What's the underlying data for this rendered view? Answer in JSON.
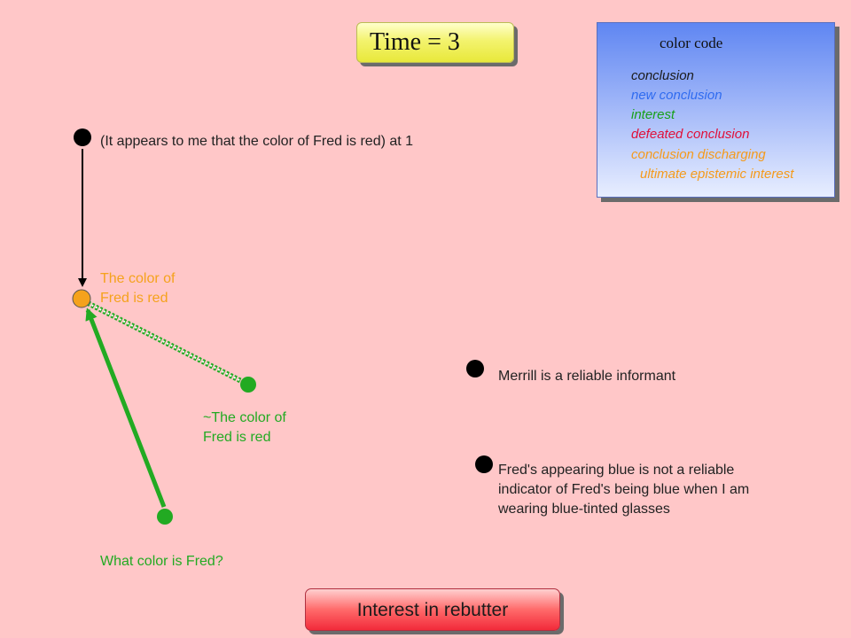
{
  "title": "Time = 3",
  "legend": {
    "title": "color code",
    "items": [
      {
        "label": "conclusion",
        "color": "#1a1a1a"
      },
      {
        "label": "new conclusion",
        "color": "#2f6bf0"
      },
      {
        "label": "interest",
        "color": "#18a018"
      },
      {
        "label": "defeated conclusion",
        "color": "#e0103a"
      },
      {
        "label": "conclusion discharging",
        "color": "#f59a1a"
      },
      {
        "label": "ultimate epistemic interest",
        "color": "#f59a1a"
      }
    ]
  },
  "nodes": {
    "appears_red": {
      "text": "(It appears to me that the color of Fred is red) at 1",
      "color": "#000000"
    },
    "fred_red": {
      "text": [
        "The color of",
        "Fred is red"
      ],
      "color": "#f5a21c"
    },
    "not_fred_red": {
      "text": [
        "~The color of",
        "Fred is red"
      ],
      "color": "#22aa22"
    },
    "what_color": {
      "text": "What color is Fred?",
      "color": "#22aa22"
    },
    "merrill": {
      "text": "Merrill is a reliable informant",
      "color": "#000000"
    },
    "blue_glasses": {
      "text": [
        "Fred's appearing blue is not a reliable",
        "indicator of Fred's being blue when I am",
        "wearing blue-tinted glasses"
      ],
      "color": "#000000"
    }
  },
  "status_button": "Interest in rebutter"
}
